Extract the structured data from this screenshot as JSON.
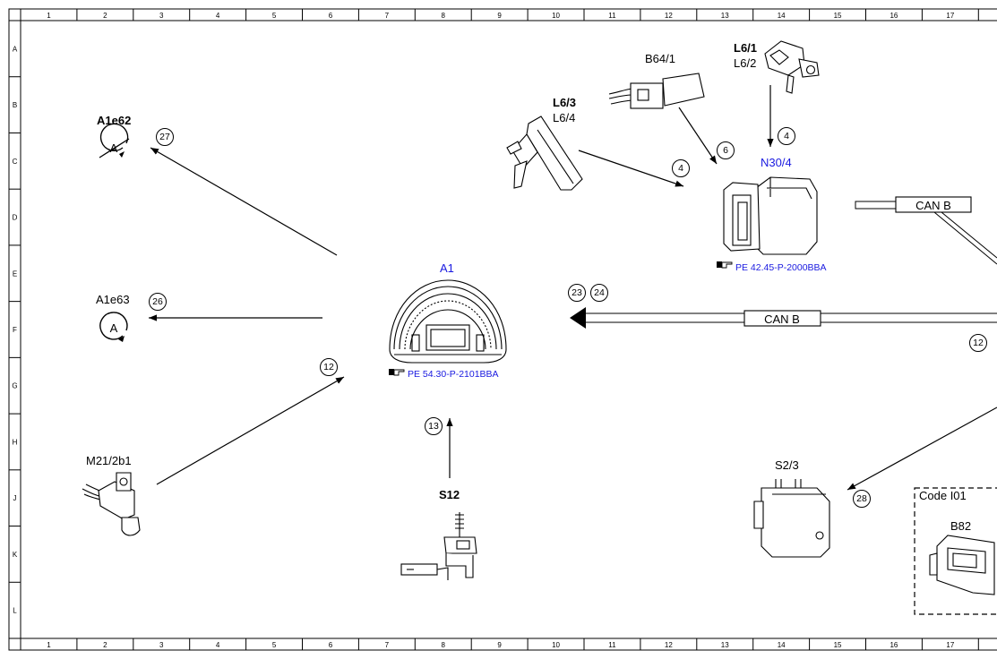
{
  "grid": {
    "columns": [
      "1",
      "2",
      "3",
      "4",
      "5",
      "6",
      "7",
      "8",
      "9",
      "10",
      "11",
      "12",
      "13",
      "14",
      "15",
      "16",
      "17"
    ],
    "rows": [
      "A",
      "B",
      "C",
      "D",
      "E",
      "F",
      "G",
      "H",
      "J",
      "K",
      "L"
    ]
  },
  "components": {
    "a1e62": "A1e62",
    "a1e63": "A1e63",
    "m21": "M21/2b1",
    "a1": "A1",
    "a1_ref": "PE 54.30-P-2101BBA",
    "s12": "S12",
    "l63": "L6/3",
    "l64": "L6/4",
    "b641": "B64/1",
    "l61": "L6/1",
    "l62": "L6/2",
    "n304": "N30/4",
    "n304_ref": "PE 42.45-P-2000BBA",
    "s23": "S2/3",
    "code": "Code I01",
    "b82": "B82"
  },
  "buses": {
    "can_top": "CAN B",
    "can_mid": "CAN B"
  },
  "circle_numbers": {
    "c27": "27",
    "c26": "26",
    "c12a": "12",
    "c13": "13",
    "c4a": "4",
    "c6": "6",
    "c4b": "4",
    "c23": "23",
    "c24": "24",
    "c12b": "12",
    "c28": "28"
  },
  "icons": {
    "reference": "pointing-hand-icon",
    "gauge": "gauge-a-icon"
  },
  "colors": {
    "line": "#000000",
    "label_blue": "#1a1ae0",
    "background": "#ffffff"
  }
}
